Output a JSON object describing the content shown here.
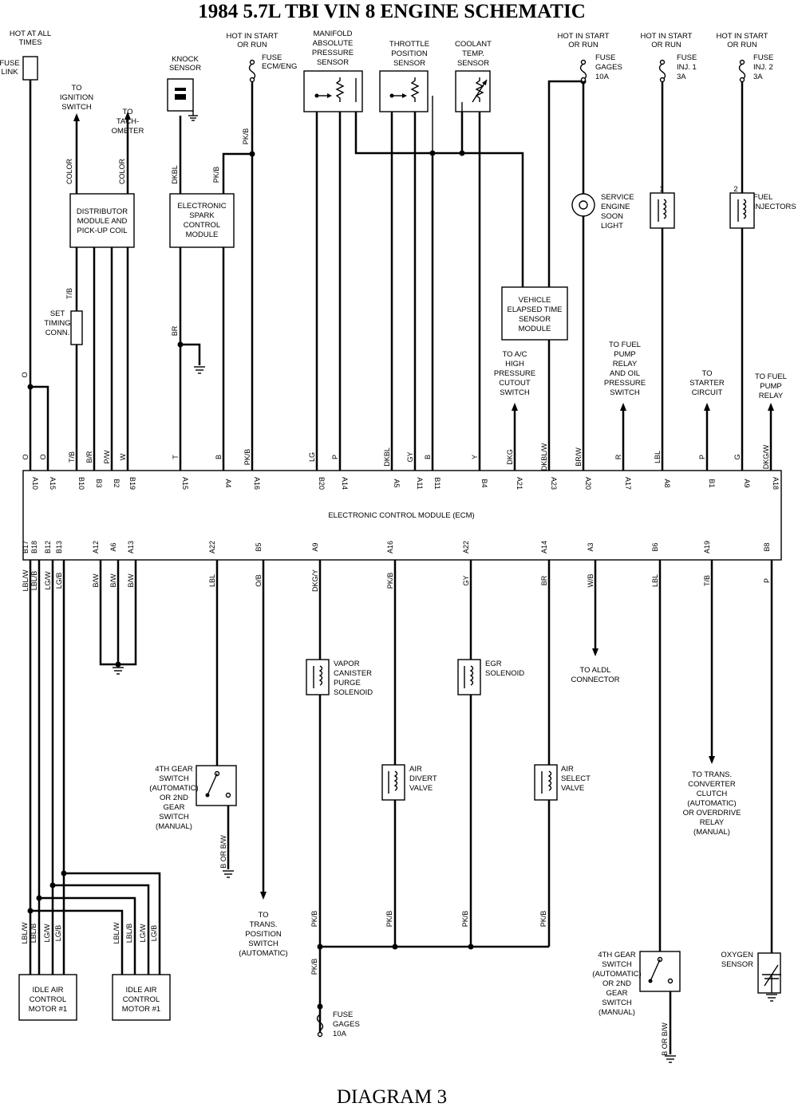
{
  "title": "1984 5.7L TBI VIN 8 ENGINE SCHEMATIC",
  "footer": "DIAGRAM 3",
  "ecm_label": "ELECTRONIC CONTROL MODULE (ECM)",
  "top_labels": {
    "hot_all_times": [
      "HOT AT ALL",
      "TIMES"
    ],
    "fuse_link": [
      "FUSE",
      "LINK"
    ],
    "hot_start_run_ecm": [
      "HOT IN START",
      "OR RUN"
    ],
    "fuse_ecm": [
      "FUSE",
      "ECM/ENG"
    ],
    "knock_sensor": [
      "KNOCK",
      "SENSOR"
    ],
    "to_ignition": [
      "TO",
      "IGNITION",
      "SWITCH"
    ],
    "to_tach": [
      "TO",
      "TACH-",
      "OMETER"
    ],
    "map_sensor": [
      "MANIFOLD",
      "ABSOLUTE",
      "PRESSURE",
      "SENSOR"
    ],
    "tps_sensor": [
      "THROTTLE",
      "POSITION",
      "SENSOR"
    ],
    "coolant_sensor": [
      "COOLANT",
      "TEMP.",
      "SENSOR"
    ],
    "hot_start_run_gages": [
      "HOT IN START",
      "OR RUN"
    ],
    "fuse_gages": [
      "FUSE",
      "GAGES",
      "10A"
    ],
    "hot_start_run_inj1": [
      "HOT IN START",
      "OR RUN"
    ],
    "fuse_inj1": [
      "FUSE",
      "INJ. 1",
      "3A"
    ],
    "hot_start_run_inj2": [
      "HOT IN START",
      "OR RUN"
    ],
    "fuse_inj2": [
      "FUSE",
      "INJ. 2",
      "3A"
    ]
  },
  "components": {
    "distributor": [
      "DISTRIBUTOR",
      "MODULE AND",
      "PICK-UP COIL"
    ],
    "esc": [
      "ELECTRONIC",
      "SPARK",
      "CONTROL",
      "MODULE"
    ],
    "ses_light": [
      "SERVICE",
      "ENGINE",
      "SOON",
      "LIGHT"
    ],
    "fuel_injectors": [
      "FUEL",
      "INJECTORS"
    ],
    "injector_1": "1",
    "injector_2": "2",
    "vets": [
      "VEHICLE",
      "ELAPSED TIME",
      "SENSOR",
      "MODULE"
    ],
    "timing_conn": [
      "SET",
      "TIMING",
      "CONN."
    ],
    "to_ac": [
      "TO A/C",
      "HIGH",
      "PRESSURE",
      "CUTOUT",
      "SWITCH"
    ],
    "to_fuel_pump_relay_oil": [
      "TO FUEL",
      "PUMP",
      "RELAY",
      "AND OIL",
      "PRESSURE",
      "SWITCH"
    ],
    "to_starter": [
      "TO",
      "STARTER",
      "CIRCUIT"
    ],
    "to_fuel_pump_relay": [
      "TO FUEL",
      "PUMP",
      "RELAY"
    ],
    "vapor_canister": [
      "VAPOR",
      "CANISTER",
      "PURGE",
      "SOLENOID"
    ],
    "egr": [
      "EGR",
      "SOLENOID"
    ],
    "to_aldl": [
      "TO ALDL",
      "CONNECTOR"
    ],
    "gear_switch_left": [
      "4TH GEAR",
      "SWITCH",
      "(AUTOMATIC)",
      "OR 2ND",
      "GEAR",
      "SWITCH",
      "(MANUAL)"
    ],
    "air_divert": [
      "AIR",
      "DIVERT",
      "VALVE"
    ],
    "air_select": [
      "AIR",
      "SELECT",
      "VALVE"
    ],
    "to_tcc": [
      "TO TRANS.",
      "CONVERTER",
      "CLUTCH",
      "(AUTOMATIC)",
      "OR OVERDRIVE",
      "RELAY",
      "(MANUAL)"
    ],
    "to_trans_pos": [
      "TO",
      "TRANS.",
      "POSITION",
      "SWITCH",
      "(AUTOMATIC)"
    ],
    "idle_motor_1": [
      "IDLE AIR",
      "CONTROL",
      "MOTOR #1"
    ],
    "idle_motor_2": [
      "IDLE AIR",
      "CONTROL",
      "MOTOR #1"
    ],
    "fuse_bottom": [
      "FUSE",
      "GAGES",
      "10A"
    ],
    "gear_switch_right": [
      "4TH GEAR",
      "SWITCH",
      "(AUTOMATIC)",
      "OR 2ND",
      "GEAR",
      "SWITCH",
      "(MANUAL)"
    ],
    "oxygen_sensor": [
      "OXYGEN",
      "SENSOR"
    ]
  },
  "wire_labels": {
    "color_1": "COLOR",
    "color_2": "COLOR",
    "dkbl_knock": "DKBL",
    "pkb_esc": "PK/B",
    "pkb_fuse": "PK/B",
    "tb_timing": "T/B",
    "br_esc": "BR",
    "o_left": "O",
    "dkg_ac": "DKG",
    "dkblw": "DKBL/W",
    "brw": "BR/W",
    "r_fp": "R",
    "lbl_inj": "LBL",
    "p_start": "P",
    "g_inj": "G",
    "dkgw": "DKG/W",
    "b_or_bw_left": "B OR B/W",
    "b_or_bw_right": "B OR B/W"
  },
  "top_pins": [
    {
      "wire": "O",
      "pin": "A10"
    },
    {
      "wire": "O",
      "pin": "A15"
    },
    {
      "wire": "T/B",
      "pin": "B10"
    },
    {
      "wire": "B/R",
      "pin": "B3"
    },
    {
      "wire": "P/W",
      "pin": "B2"
    },
    {
      "wire": "W",
      "pin": "B19"
    },
    {
      "wire": "T",
      "pin": "A15"
    },
    {
      "wire": "B",
      "pin": "A4"
    },
    {
      "wire": "PK/B",
      "pin": "A16"
    },
    {
      "wire": "LG",
      "pin": "B20"
    },
    {
      "wire": "P",
      "pin": "A14"
    },
    {
      "wire": "DKBL",
      "pin": "A5"
    },
    {
      "wire": "GY",
      "pin": "A11"
    },
    {
      "wire": "B",
      "pin": "B11"
    },
    {
      "wire": "Y",
      "pin": "B4"
    },
    {
      "wire": "DKG",
      "pin": "A21"
    },
    {
      "wire": "DKBL/W",
      "pin": "A23"
    },
    {
      "wire": "BR/W",
      "pin": "A20"
    },
    {
      "wire": "R",
      "pin": "A17"
    },
    {
      "wire": "LBL",
      "pin": "A8"
    },
    {
      "wire": "P",
      "pin": "B1"
    },
    {
      "wire": "G",
      "pin": "A9"
    },
    {
      "wire": "DKG/W",
      "pin": "A18"
    }
  ],
  "bottom_pins": [
    {
      "wire": "LBL/W",
      "pin": "B17"
    },
    {
      "wire": "LBL/B",
      "pin": "B18"
    },
    {
      "wire": "LG/W",
      "pin": "B12"
    },
    {
      "wire": "LG/B",
      "pin": "B13"
    },
    {
      "wire": "B/W",
      "pin": "A12"
    },
    {
      "wire": "B/W",
      "pin": "A6"
    },
    {
      "wire": "B/W",
      "pin": "A13"
    },
    {
      "wire": "LBL",
      "pin": "A22"
    },
    {
      "wire": "O/B",
      "pin": "B5"
    },
    {
      "wire": "DKG/Y",
      "pin": "A9"
    },
    {
      "wire": "PK/B",
      "pin": "A16"
    },
    {
      "wire": "GY",
      "pin": "A22"
    },
    {
      "wire": "BR",
      "pin": "A14"
    },
    {
      "wire": "W/B",
      "pin": "A3"
    },
    {
      "wire": "LBL",
      "pin": "B6"
    },
    {
      "wire": "T/B",
      "pin": "A19"
    },
    {
      "wire": "P",
      "pin": "B8"
    }
  ],
  "motor_wires_1": [
    "LBL/W",
    "LBL/B",
    "LG/W",
    "LG/B"
  ],
  "motor_wires_2": [
    "LBL/W",
    "LBL/B",
    "LG/W",
    "LG/B"
  ],
  "pkb_bus": [
    "PK/B",
    "PK/B",
    "PK/B",
    "PK/B",
    "PK/B"
  ]
}
